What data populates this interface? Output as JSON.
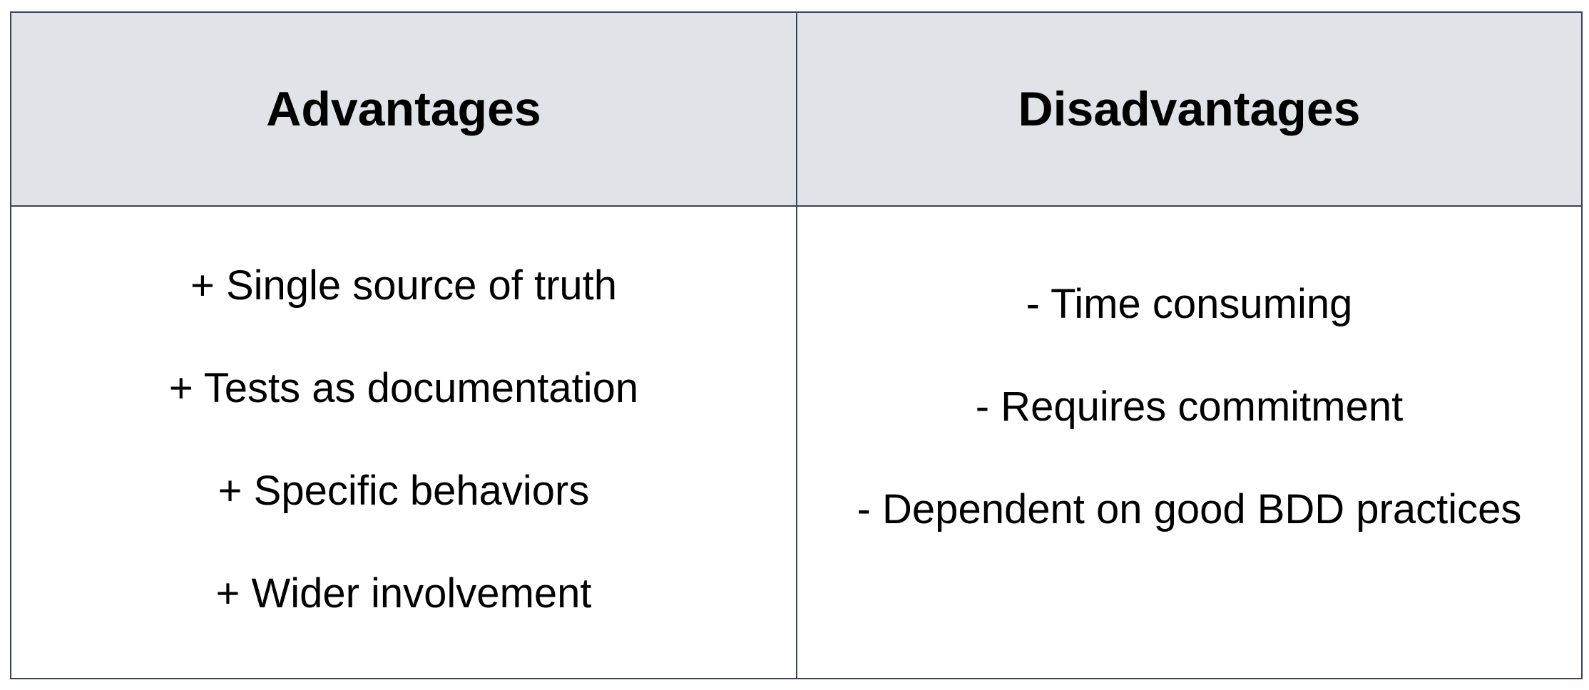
{
  "table": {
    "advantages": {
      "heading": "Advantages",
      "items": [
        "+ Single source of truth",
        "+ Tests as documentation",
        "+ Specific behaviors",
        "+ Wider involvement"
      ]
    },
    "disadvantages": {
      "heading": "Disadvantages",
      "items": [
        "- Time consuming",
        "- Requires commitment",
        "- Dependent on good BDD practices"
      ]
    }
  },
  "colors": {
    "header_background": "#e0e3e8",
    "border": "#3a4354",
    "text": "#000000"
  }
}
